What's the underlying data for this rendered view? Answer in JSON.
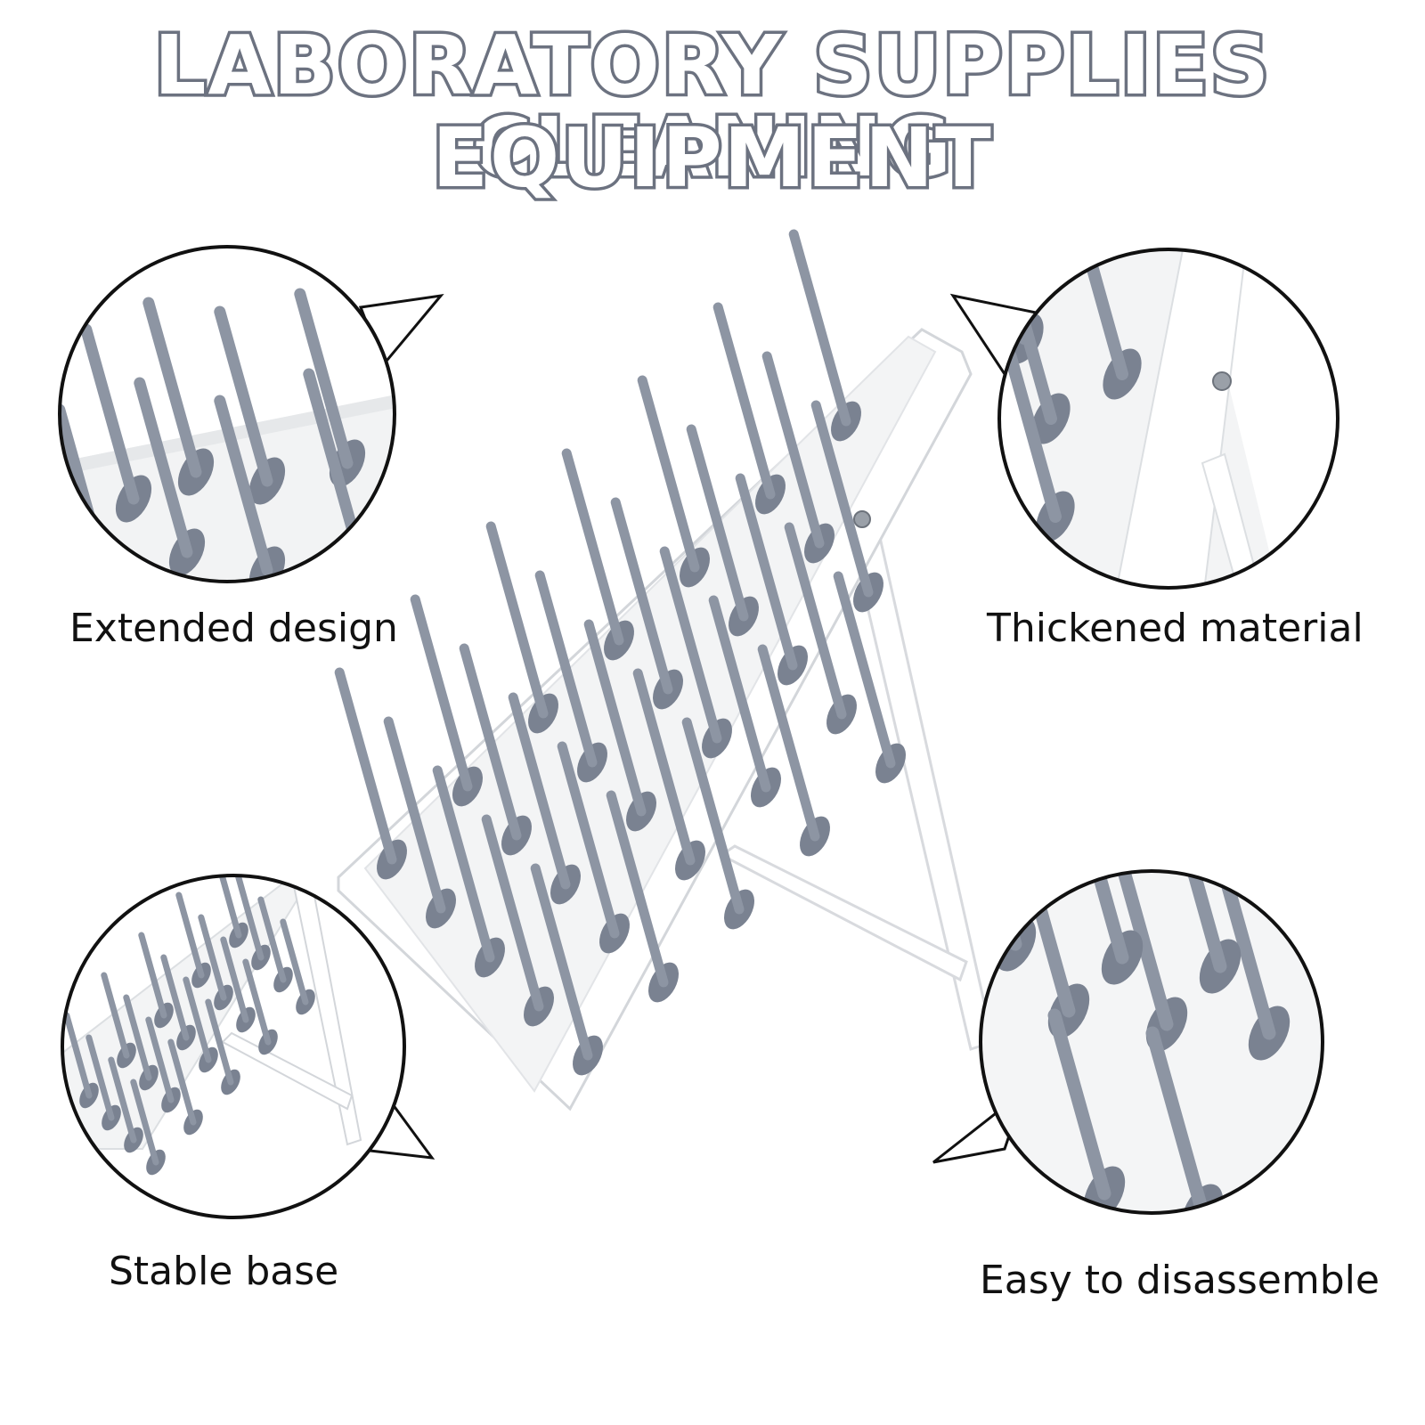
{
  "title": {
    "line1": "LABORATORY SUPPLIES CLEANING",
    "line2": "EQUIPMENT"
  },
  "features": [
    {
      "label": "Extended design"
    },
    {
      "label": "Thickened material"
    },
    {
      "label": "Stable base"
    },
    {
      "label": "Easy to disassemble"
    }
  ],
  "colors": {
    "peg": "#8d95a3",
    "peg_dark": "#7a8291",
    "board": "#f5f6f7",
    "frame": "#ffffff",
    "outline": "#111111",
    "title_stroke": "#6c7280"
  }
}
